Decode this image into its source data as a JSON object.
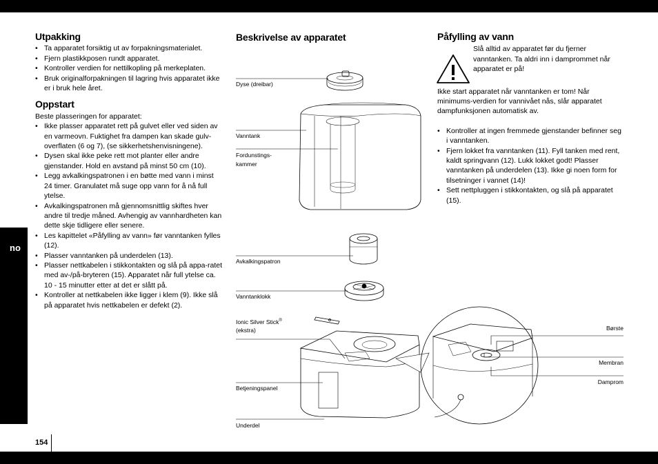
{
  "page": {
    "number": "154",
    "language_tab": "no"
  },
  "unpacking": {
    "title": "Utpakking",
    "items": [
      "Ta apparatet forsiktig ut av forpakningsmaterialet.",
      "Fjern plastikkposen rundt apparatet.",
      "Kontroller verdien for nettilkopling på merkeplaten.",
      "Bruk originalforpakningen til lagring hvis apparatet ikke er i bruk hele året."
    ]
  },
  "startup": {
    "title": "Oppstart",
    "intro": "Beste plasseringen for apparatet:",
    "items": [
      "Ikke plasser apparatet rett på gulvet eller ved siden av en varmeovn. Fuktighet fra dampen kan skade gulv-overflaten (6 og 7), (se sikkerhetshenvisningene).",
      "Dysen skal ikke peke rett mot planter eller andre gjenstander. Hold en avstand på minst 50 cm (10).",
      "Legg avkalkingspatronen i en bøtte med vann i minst 24 timer. Granulatet må suge opp vann for å nå full ytelse.",
      "Avkalkingspatronen må gjennomsnittlig skiftes hver andre til tredje måned. Avhengig av vannhardheten kan dette skje tidligere eller senere.",
      "Les kapittelet «Påfylling av vann» før vanntanken fylles (12).",
      "Plasser vanntanken på underdelen (13).",
      "Plasser nettkabelen i stikkontakten og slå på appa-ratet med av-/på-bryteren (15). Apparatet når full ytelse ca. 10 - 15 minutter etter at det er slått på.",
      "Kontroller at nettkabelen ikke ligger i klem (9). Ikke slå på apparatet hvis nettkabelen er defekt (2)."
    ]
  },
  "description": {
    "title": "Beskrivelse av apparatet",
    "labels": {
      "nozzle": "Dyse (dreibar)",
      "tank": "Vanntank",
      "chamber_1": "Fordunstings-",
      "chamber_2": "kammer",
      "cartridge": "Avkalkingspatron",
      "tank_cap": "Vanntanklokk",
      "ionic_1": "Ionic Silver Stick",
      "ionic_sup": "®",
      "ionic_2": "(ekstra)",
      "panel": "Betjeningspanel",
      "base": "Underdel",
      "brush": "Børste",
      "membrane": "Membran",
      "steam": "Damprom"
    }
  },
  "filling": {
    "title": "Påfylling av vann",
    "warning": "Slå alltid av apparatet før du fjerner vanntanken. Ta aldri inn i damprommet når apparatet er på!",
    "note": "Ikke start apparatet når vanntanken er tom! Når minimums-verdien for vannivået nås, slår apparatet dampfunksjonen automatisk av.",
    "items": [
      "Kontroller at ingen fremmede gjenstander befinner seg i vanntanken.",
      "Fjern lokket fra vanntanken (11). Fyll tanken med rent, kaldt springvann (12). Lukk lokket godt! Plasser vanntanken på underdelen (13). Ikke gi noen form for tilsetninger i vannet (14)!",
      "Sett nettpluggen i stikkontakten, og slå på apparatet (15)."
    ]
  }
}
